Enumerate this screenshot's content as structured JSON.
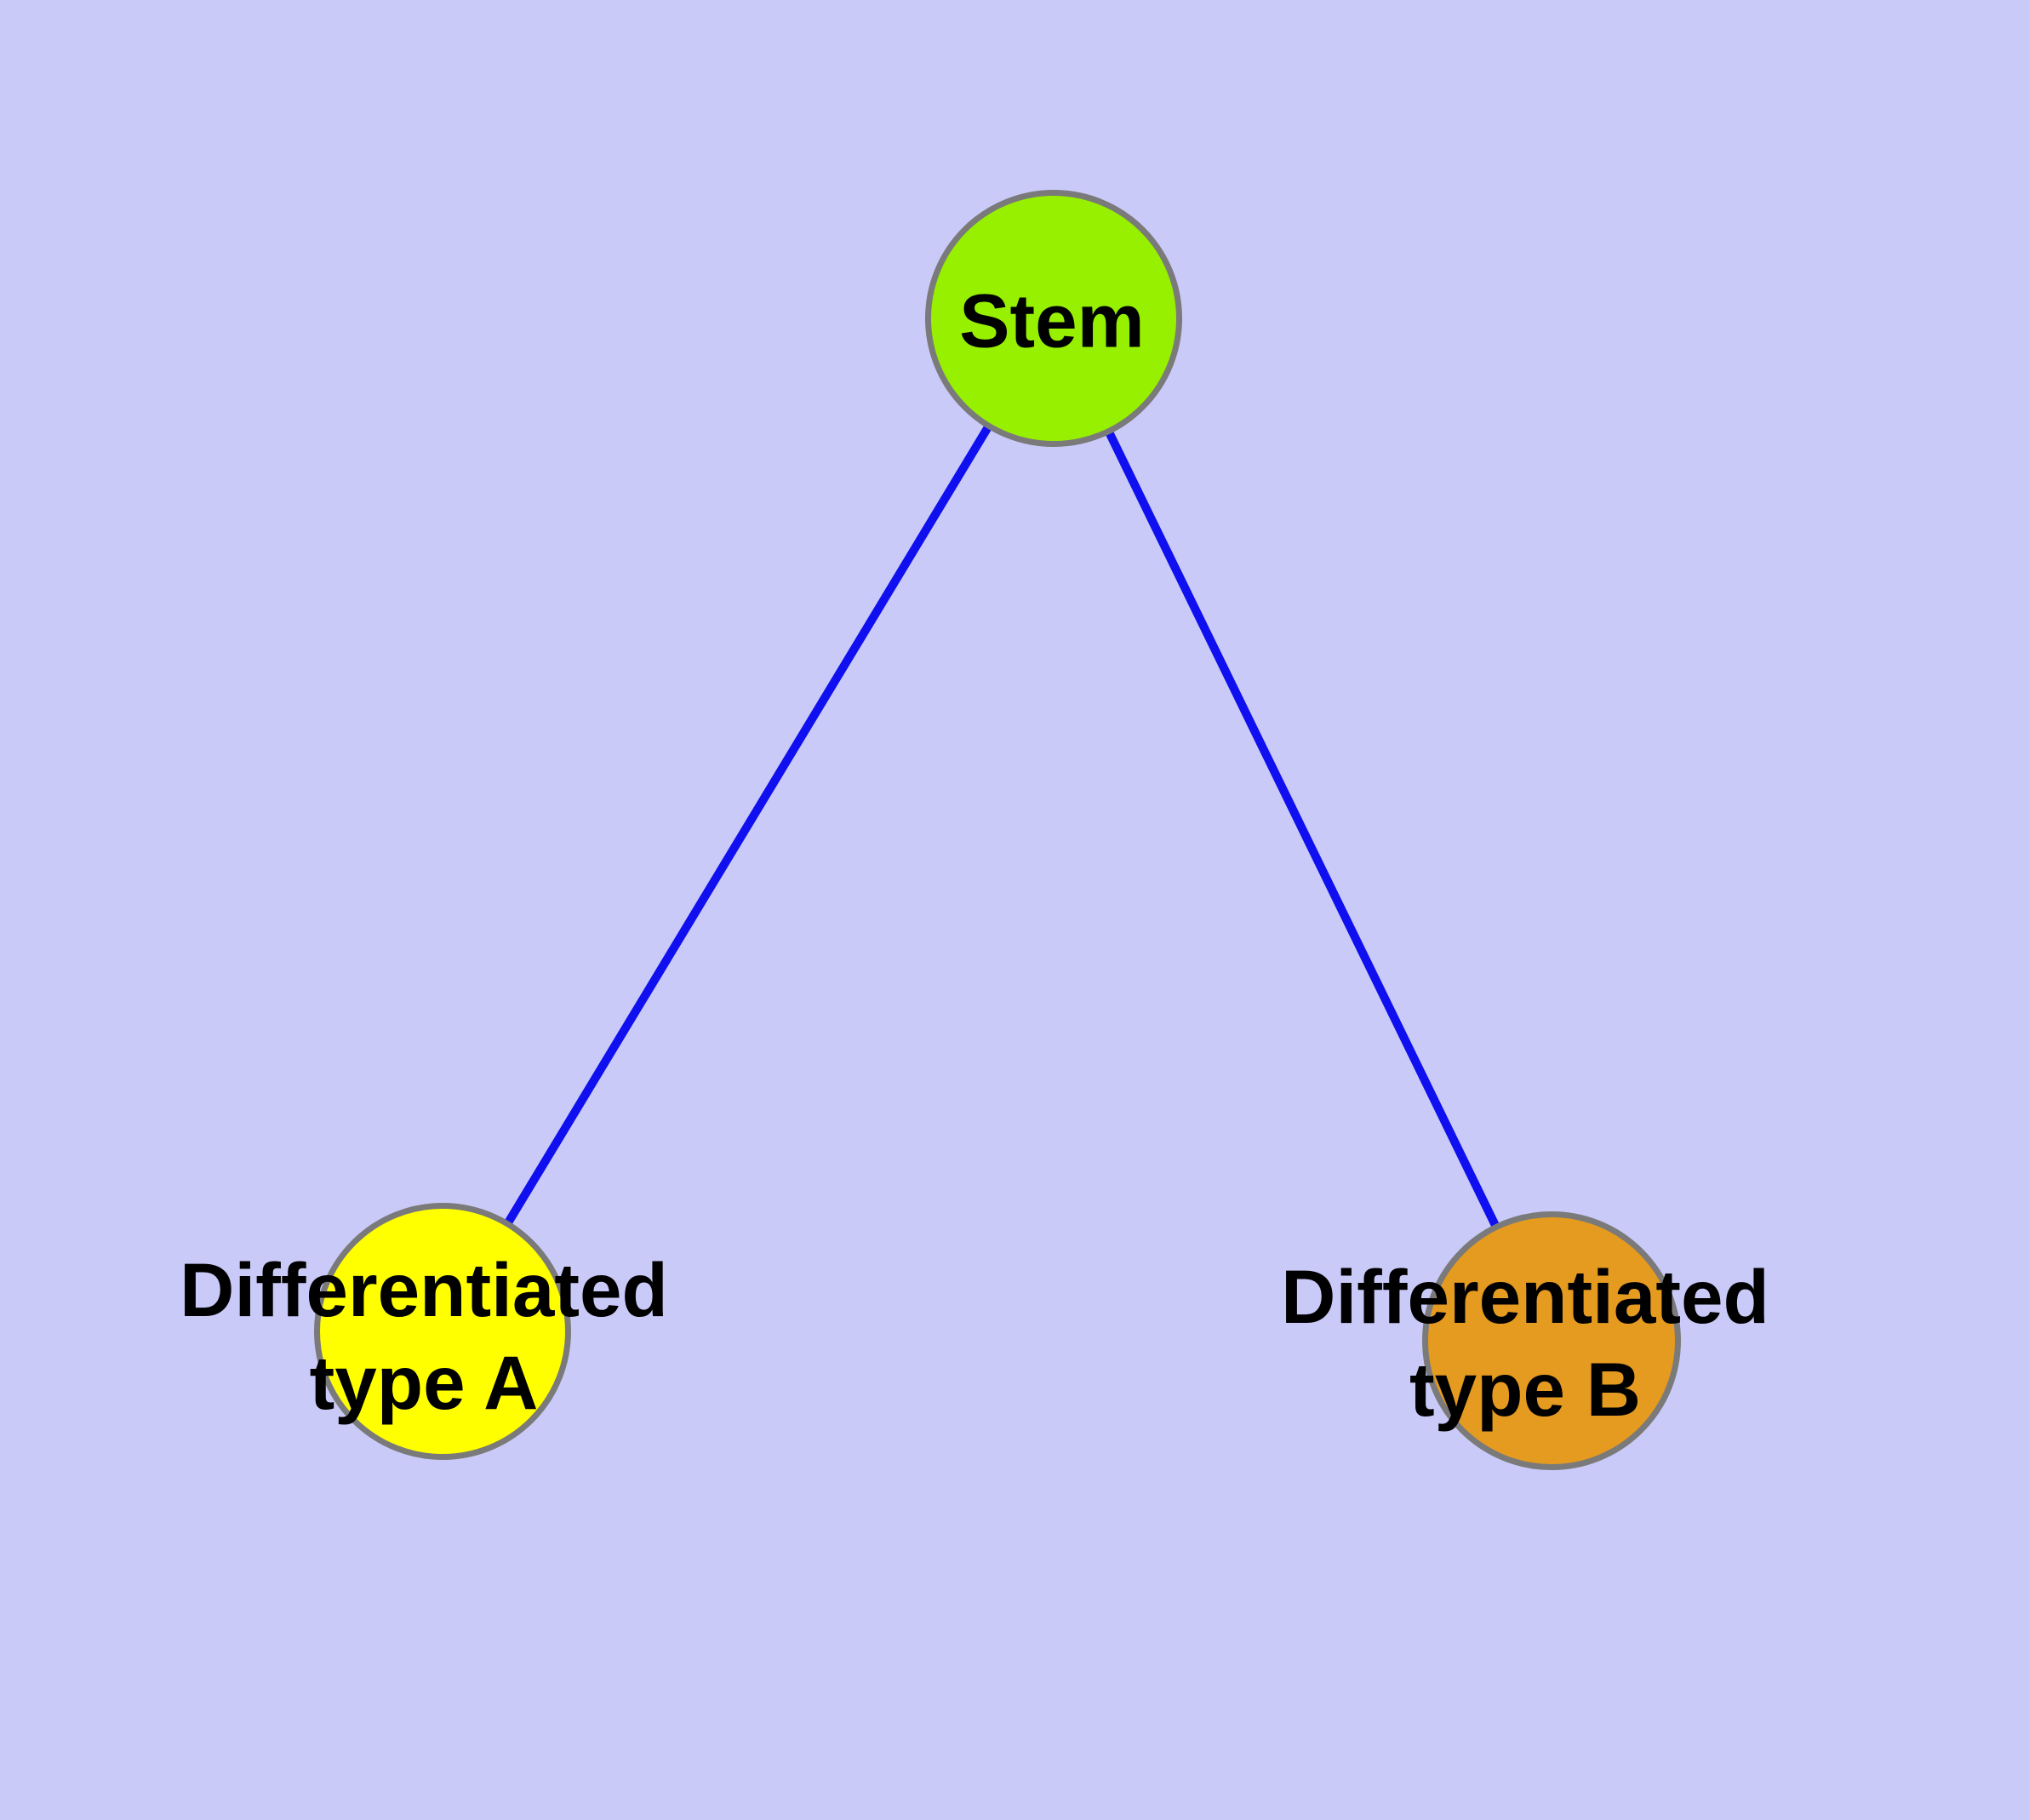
{
  "diagram": {
    "type": "node-link-graph",
    "background_color": "#cacaf8",
    "edge_color": "#0f0fef",
    "node_border_color": "#7a7a7a",
    "label_text_color": "#000000",
    "nodes": [
      {
        "id": "stem",
        "label": "Stem",
        "lines": [
          "Stem"
        ],
        "fill_color": "#96f000"
      },
      {
        "id": "differentiated-type-a",
        "label": "Differentiated type A",
        "lines": [
          "Differentiated",
          "type A"
        ],
        "fill_color": "#ffff00"
      },
      {
        "id": "differentiated-type-b",
        "label": "Differentiated type B",
        "lines": [
          "Differentiated",
          "type B"
        ],
        "fill_color": "#e59a20"
      }
    ],
    "edges": [
      {
        "from": "Stem",
        "to": "Differentiated type A"
      },
      {
        "from": "Stem",
        "to": "Differentiated type B"
      }
    ]
  }
}
